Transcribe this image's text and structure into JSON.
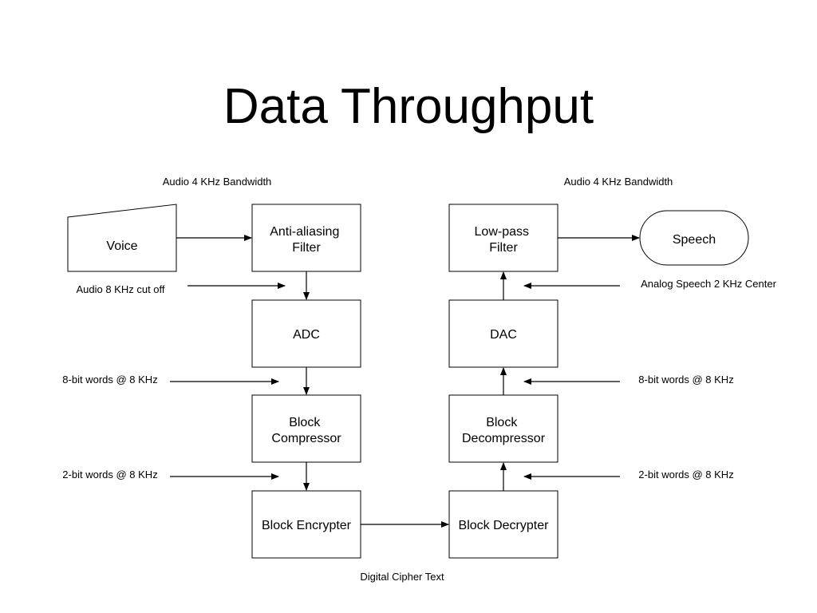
{
  "title": "Data Throughput",
  "nodes": {
    "voice": "Voice",
    "anti_aliasing_filter": [
      "Anti-aliasing",
      "Filter"
    ],
    "adc": "ADC",
    "block_compressor": [
      "Block",
      "Compressor"
    ],
    "block_encrypter": "Block Encrypter",
    "block_decrypter": "Block Decrypter",
    "block_decompressor": [
      "Block",
      "Decompressor"
    ],
    "dac": "DAC",
    "low_pass_filter": [
      "Low-pass",
      "Filter"
    ],
    "speech": "Speech"
  },
  "labels": {
    "left_bandwidth": "Audio 4 KHz Bandwidth",
    "right_bandwidth": "Audio 4 KHz Bandwidth",
    "audio_cutoff": "Audio 8 KHz cut off",
    "analog_speech": "Analog Speech 2 KHz Center",
    "left_8bit": "8-bit words @ 8 KHz",
    "right_8bit": "8-bit words @ 8 KHz",
    "left_2bit": "2-bit words @ 8 KHz",
    "right_2bit": "2-bit words @ 8 KHz",
    "cipher_text": "Digital Cipher Text"
  }
}
